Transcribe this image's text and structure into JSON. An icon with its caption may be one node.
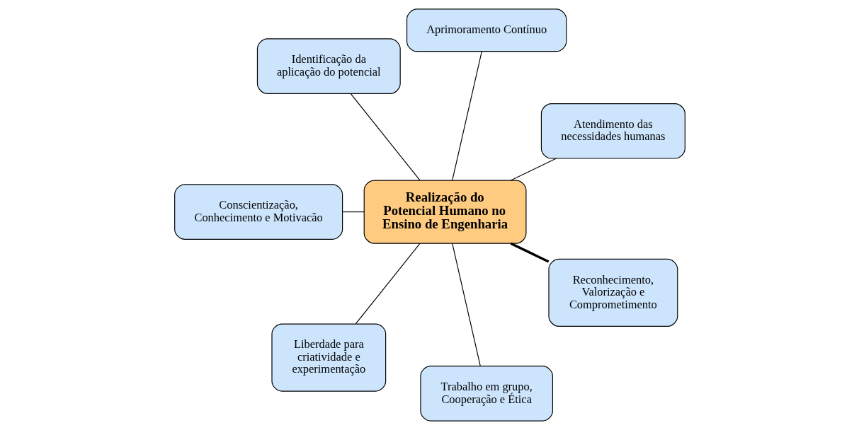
{
  "diagram": {
    "nodes": [
      {
        "text": [
          "Realização do Potencial Humano no Ensino de Engenharia"
        ]
      },
      {
        "text": [
          "Atendimento das necessidades humanas"
        ]
      },
      {
        "text": [
          "Aprimoramento Contínuo"
        ]
      },
      {
        "text": [
          "Identificação da aplicação do potencial"
        ]
      },
      {
        "text": [
          "Conscientização, Conhecimento e Motivacão"
        ]
      },
      {
        "text": [
          "Liberdade para criatividade e experimentação"
        ]
      },
      {
        "text": [
          "Trabalho em grupo, Cooperação e Ética"
        ]
      },
      {
        "text": [
          "Reconhecimento, Valorização e Comprometimento"
        ]
      }
    ],
    "edges": [
      {
        "from": 0,
        "to": 1,
        "arrow": "none"
      },
      {
        "from": 0,
        "to": 2,
        "arrow": "none"
      },
      {
        "from": 0,
        "to": 4,
        "arrow": "none"
      },
      {
        "from": 0,
        "to": 6,
        "arrow": "none"
      },
      {
        "from": 0,
        "to": 7,
        "arrow": "none",
        "style": "thick"
      },
      {
        "from": 0,
        "to": 5,
        "arrow": "none"
      },
      {
        "from": 0,
        "to": 3,
        "arrow": "none"
      }
    ]
  }
}
